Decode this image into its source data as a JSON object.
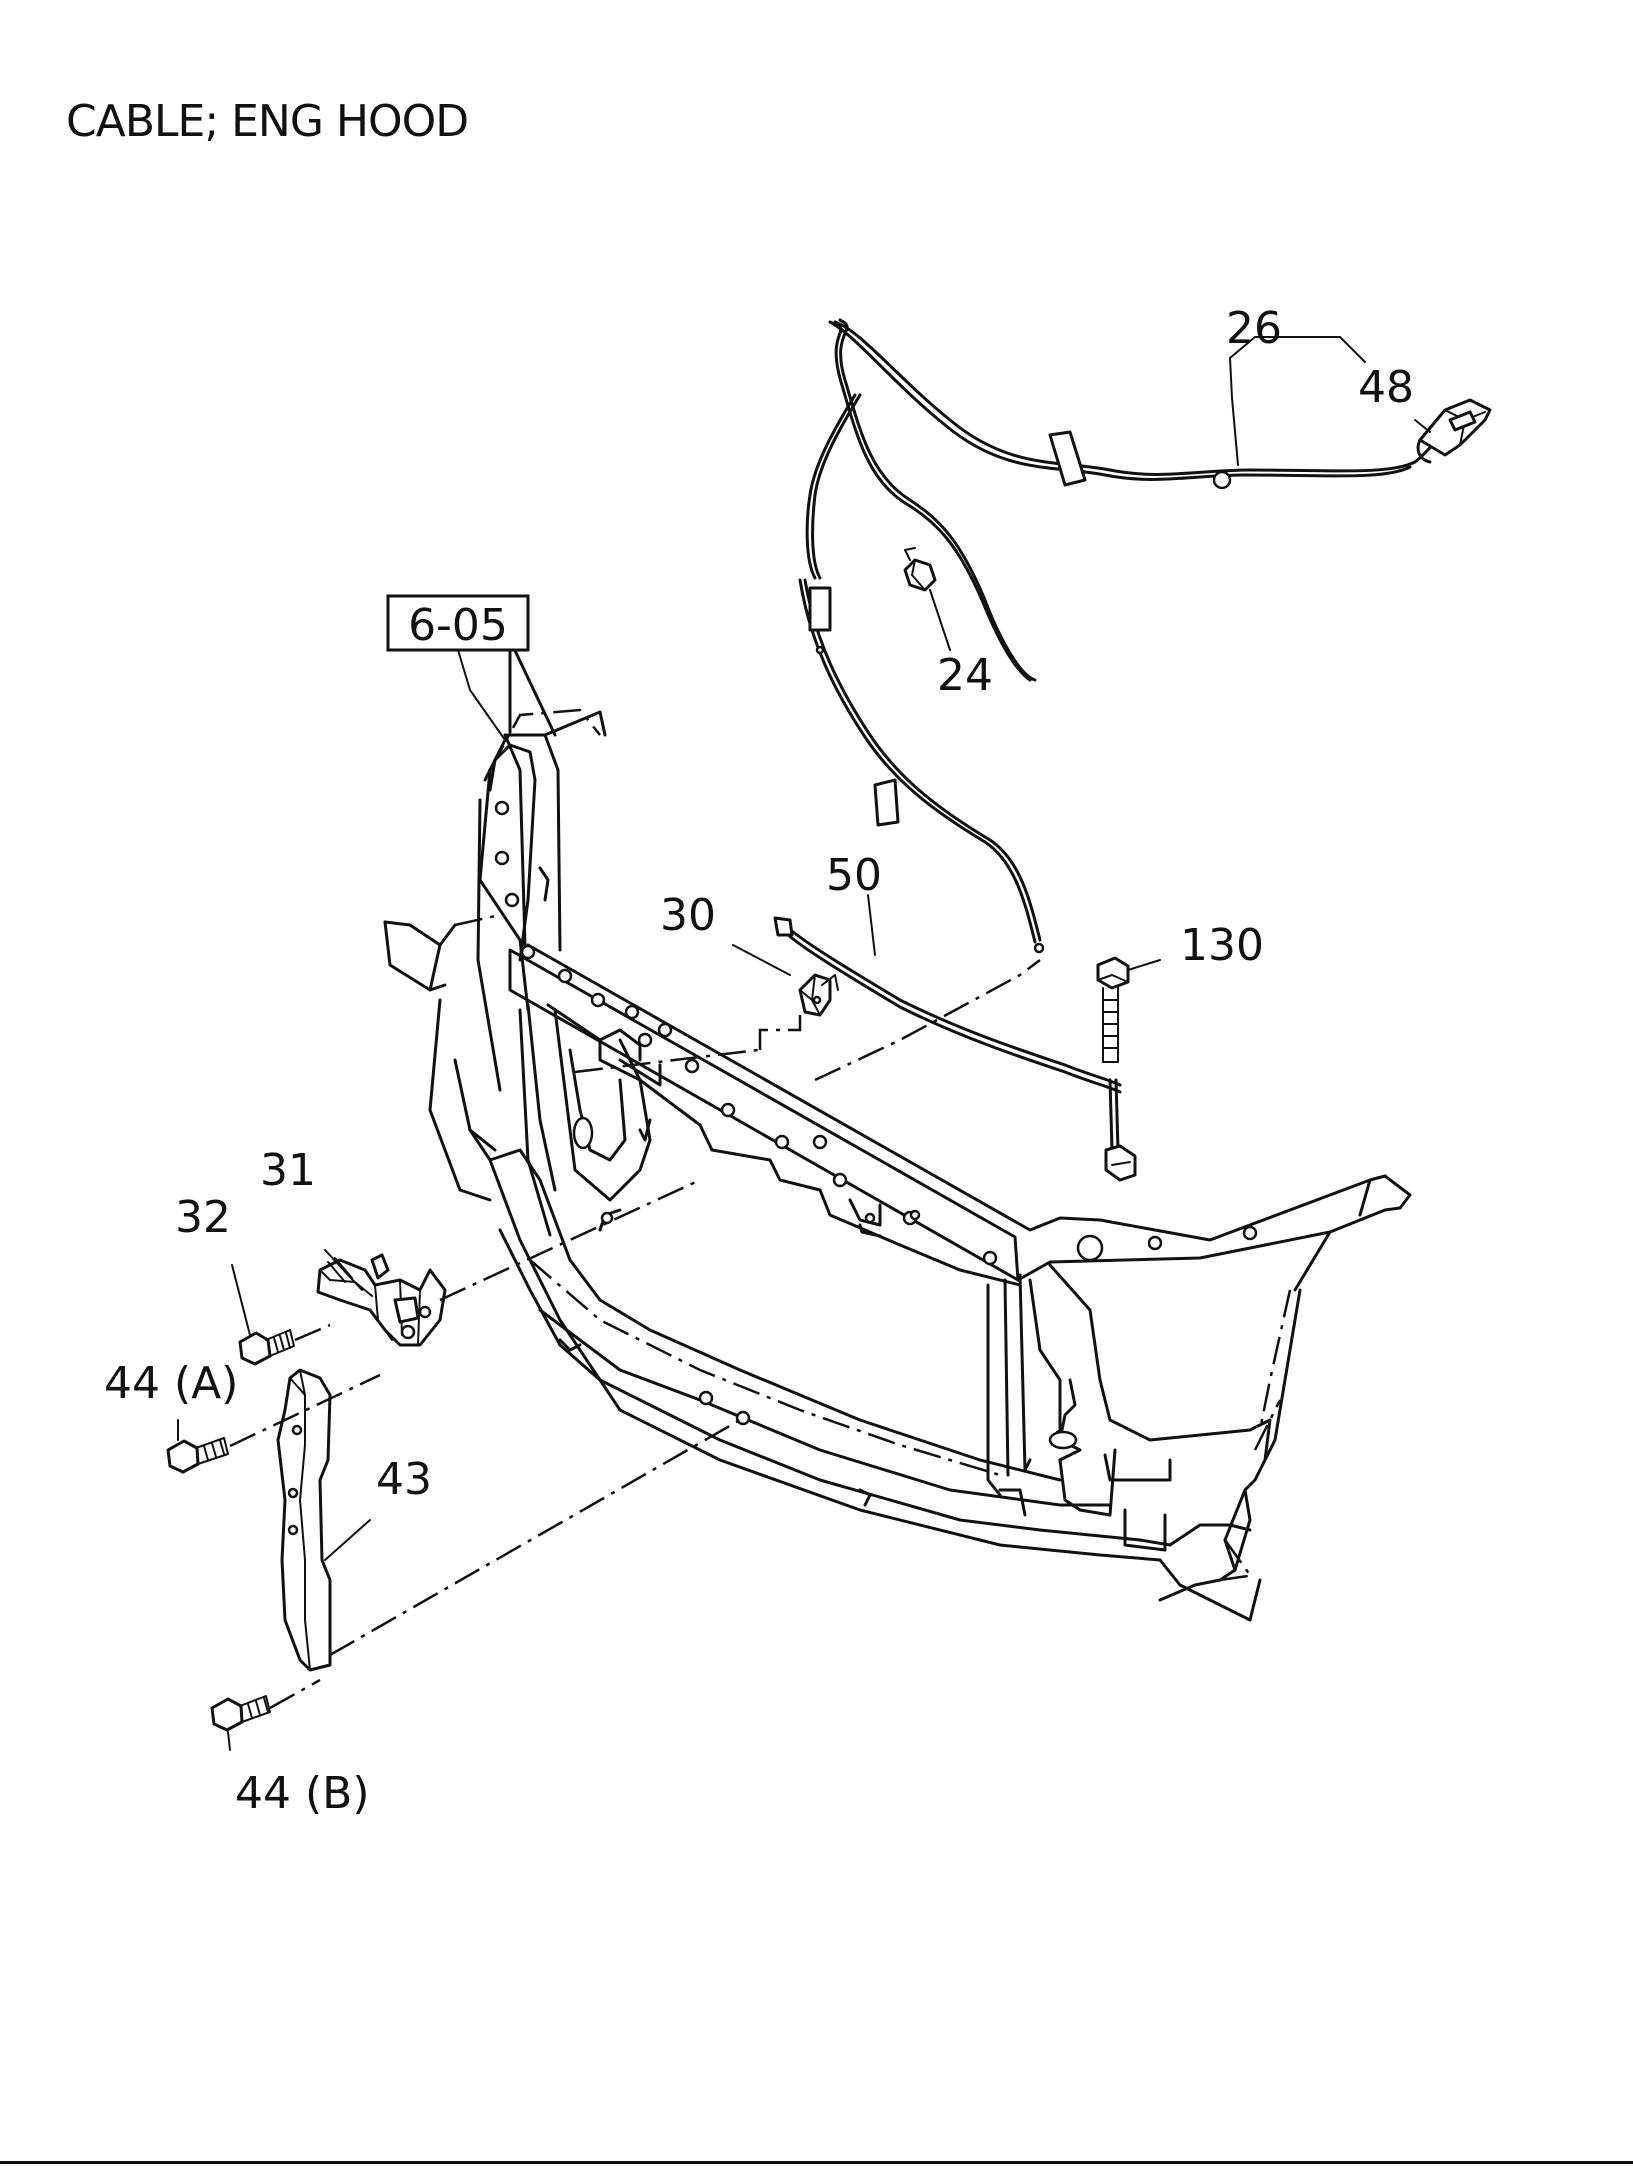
{
  "title": "CABLE; ENG HOOD",
  "reference_box": "6-05",
  "callouts": {
    "p26": "26",
    "p48": "48",
    "p24": "24",
    "p50": "50",
    "p30": "30",
    "p130": "130",
    "p31": "31",
    "p32": "32",
    "p44a": "44 (A)",
    "p43": "43",
    "p44b": "44 (B)"
  }
}
